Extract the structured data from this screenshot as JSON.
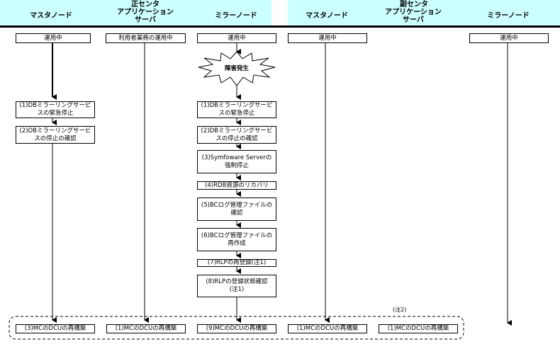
{
  "headers": {
    "primary_center": {
      "group_title": "正センタ",
      "master": "マスタノード",
      "app_server": "アプリケーション\nサーバ",
      "mirror": "ミラーノード"
    },
    "secondary_center": {
      "group_title": "副センタ",
      "master": "マスタノード",
      "app_server": "アプリケーション\nサーバ",
      "mirror": "ミラーノード"
    }
  },
  "status": {
    "p_master": "運用中",
    "p_app": "利用者業務の運用中",
    "p_mirror": "運用中",
    "s_master": "運用中",
    "s_mirror": "運用中"
  },
  "event": "障害発生",
  "p_master_steps": [
    "(1)DBミラーリングサービ\nスの緊急停止",
    "(2)DBミラーリングサービ\nスの停止の確認"
  ],
  "p_mirror_steps": [
    "(1)DBミラーリングサービ\nスの緊急停止",
    "(2)DBミラーリングサービ\nスの停止の確認",
    "(3)Symfoware Serverの\n強制停止",
    "(4)RDB資源のリカバリ",
    "(5)BCログ管理ファイルの\n確認",
    "(6)BCログ管理ファイルの\n再作成",
    "(7)RLPの再登録(注1)",
    "(8)RLPの登録状態確認\n(注1)"
  ],
  "rebuild": {
    "p_master": "(3)MCのDCUの再構築",
    "p_app": "(1)MCのDCUの再構築",
    "p_mirror": "(9)MCのDCUの再構築",
    "s_master": "(1)MCのDCUの再構築",
    "s_app": "(1)MCのDCUの再構築"
  },
  "note2": "(注2)"
}
